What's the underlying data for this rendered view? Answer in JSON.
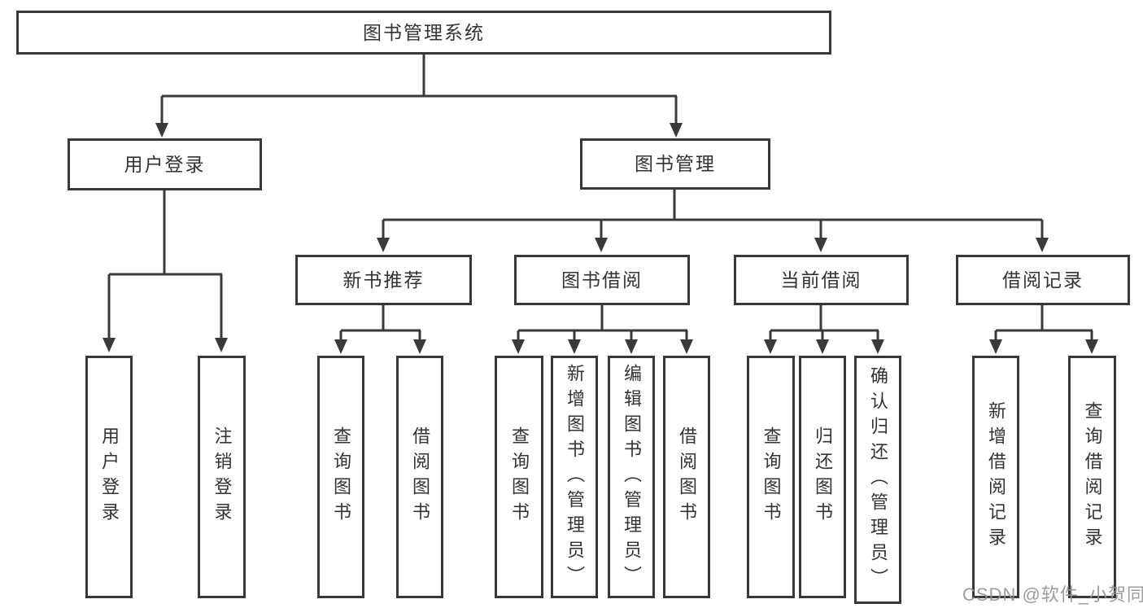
{
  "tree": {
    "root": "图书管理系统",
    "branches": [
      {
        "label": "用户登录",
        "leaves": [
          "用户登录",
          "注销登录"
        ]
      },
      {
        "label": "图书管理",
        "groups": [
          {
            "label": "新书推荐",
            "leaves": [
              "查询图书",
              "借阅图书"
            ]
          },
          {
            "label": "图书借阅",
            "leaves": [
              "查询图书",
              "新增图书（管理员）",
              "编辑图书（管理员）",
              "借阅图书"
            ]
          },
          {
            "label": "当前借阅",
            "leaves": [
              "查询图书",
              "归还图书",
              "确认归还（管理员）"
            ]
          },
          {
            "label": "借阅记录",
            "leaves": [
              "新增借阅记录",
              "查询借阅记录"
            ]
          }
        ]
      }
    ]
  },
  "colors": {
    "line": "#3a3a3a",
    "border": "#383838",
    "text": "#333333",
    "watermark": "#949494"
  },
  "watermark": "CSDN @软件_小贺同学"
}
